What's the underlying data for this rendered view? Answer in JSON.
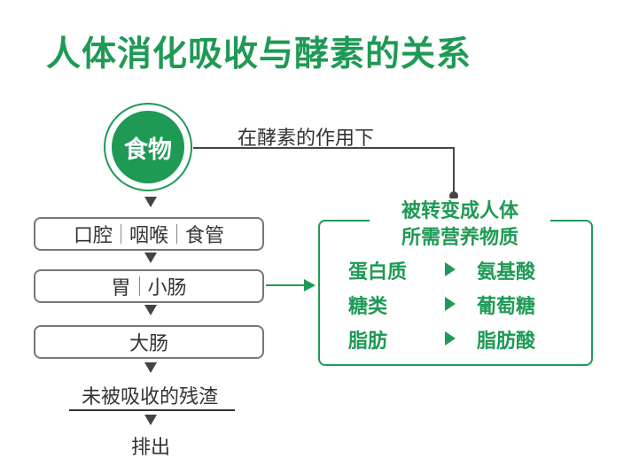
{
  "title": "人体消化吸收与酵素的关系",
  "food": "食物",
  "enzyme_caption": "在酵素的作用下",
  "stages": {
    "mouth": [
      "口腔",
      "咽喉",
      "食管"
    ],
    "stomach": [
      "胃",
      "小肠"
    ],
    "large_intestine": "大肠"
  },
  "residue": "未被吸收的残渣",
  "discharge": "排出",
  "result_box": {
    "title_line1": "被转变成人体",
    "title_line2": "所需营养物质",
    "conversions": [
      {
        "from": "蛋白质",
        "to": "氨基酸"
      },
      {
        "from": "糖类",
        "to": "葡萄糖"
      },
      {
        "from": "脂肪",
        "to": "脂肪酸"
      }
    ]
  },
  "colors": {
    "accent": "#1e9a55",
    "text": "#333333",
    "border": "#777777"
  }
}
